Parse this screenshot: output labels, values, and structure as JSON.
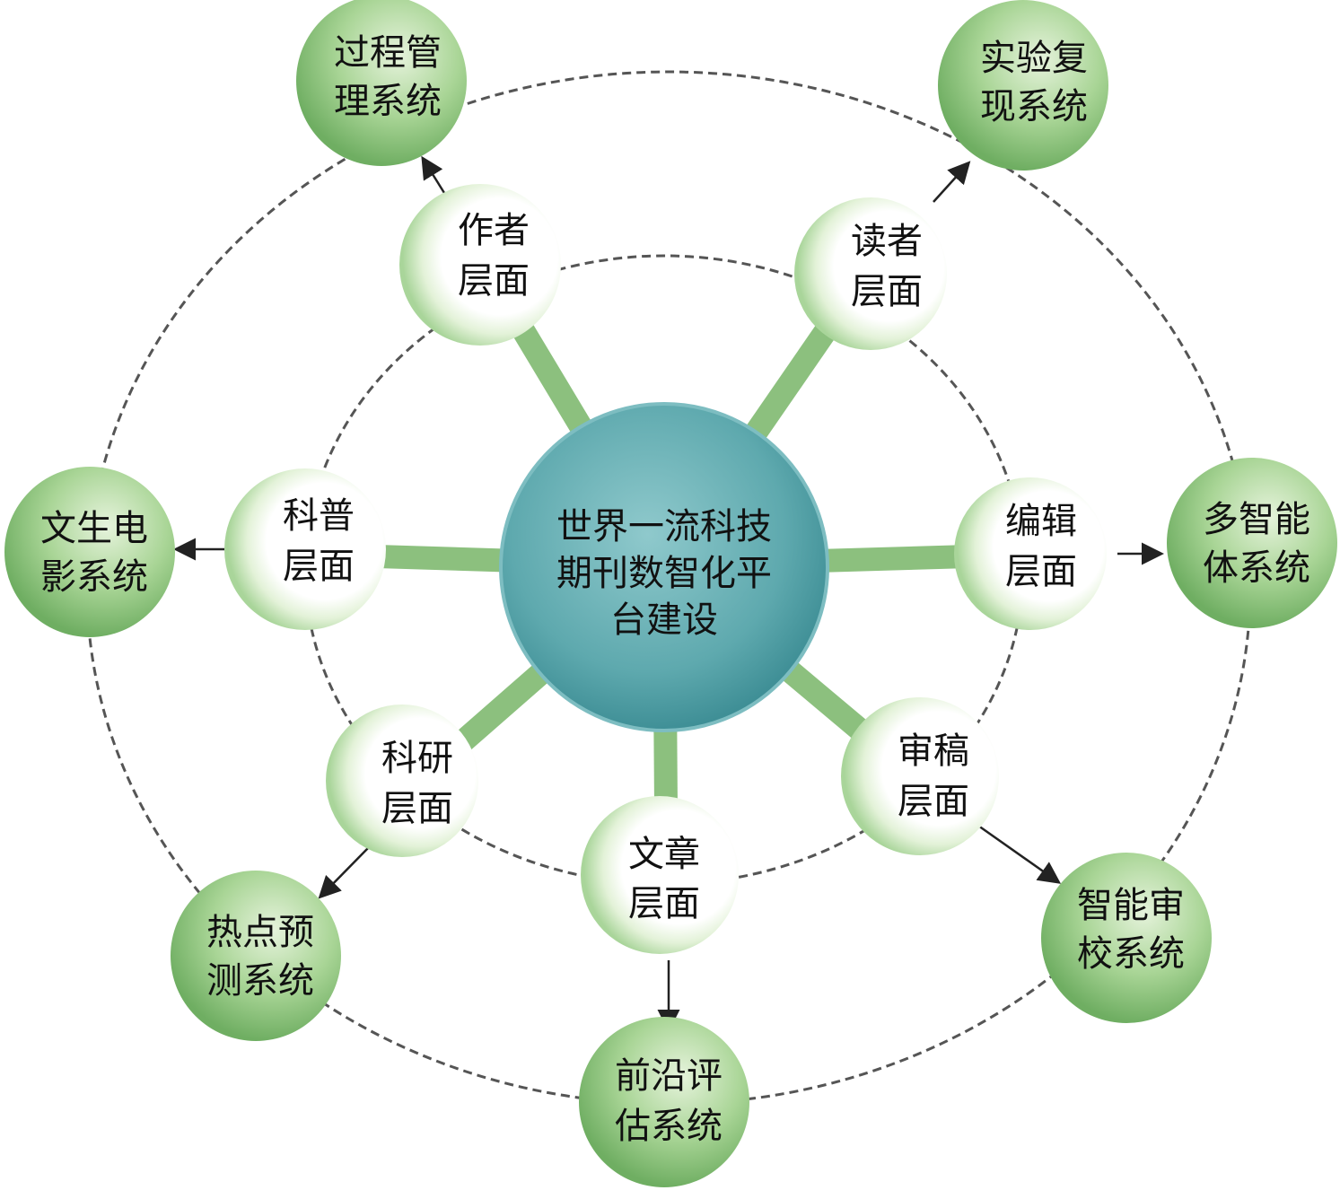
{
  "center": {
    "lines": [
      "世界一流科技",
      "期刊数智化平",
      "台建设"
    ]
  },
  "layers": [
    {
      "id": "author",
      "lines": [
        "作者",
        "层面"
      ]
    },
    {
      "id": "reader",
      "lines": [
        "读者",
        "层面"
      ]
    },
    {
      "id": "popsci",
      "lines": [
        "科普",
        "层面"
      ]
    },
    {
      "id": "editor",
      "lines": [
        "编辑",
        "层面"
      ]
    },
    {
      "id": "research",
      "lines": [
        "科研",
        "层面"
      ]
    },
    {
      "id": "review",
      "lines": [
        "审稿",
        "层面"
      ]
    },
    {
      "id": "article",
      "lines": [
        "文章",
        "层面"
      ]
    }
  ],
  "systems": [
    {
      "id": "process",
      "lines": [
        "过程管",
        "理系统"
      ]
    },
    {
      "id": "reproduce",
      "lines": [
        "实验复",
        "现系统"
      ]
    },
    {
      "id": "film",
      "lines": [
        "文生电",
        "影系统"
      ]
    },
    {
      "id": "agent",
      "lines": [
        "多智能",
        "体系统"
      ]
    },
    {
      "id": "hotspot",
      "lines": [
        "热点预",
        "测系统"
      ]
    },
    {
      "id": "proofread",
      "lines": [
        "智能审",
        "校系统"
      ]
    },
    {
      "id": "frontier",
      "lines": [
        "前沿评",
        "估系统"
      ]
    }
  ],
  "colors": {
    "center": "#5ea9ae",
    "system": "#8fc47f",
    "layer_rim": "#a9d59a"
  }
}
